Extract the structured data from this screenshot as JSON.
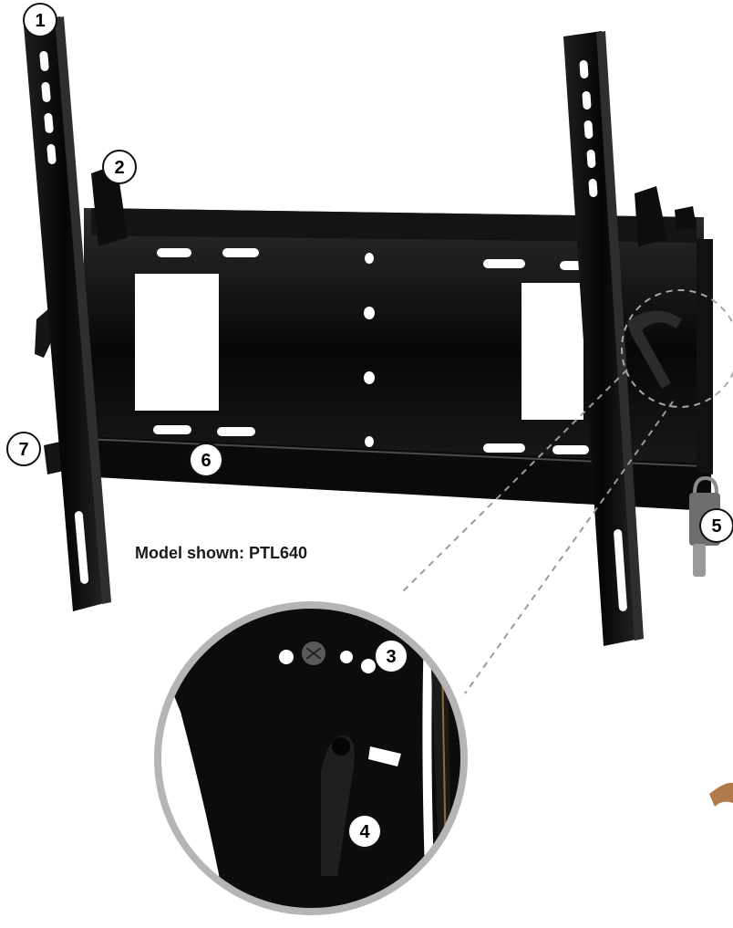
{
  "caption": "Model shown: PTL640",
  "callouts": [
    {
      "id": "1",
      "label": "1"
    },
    {
      "id": "2",
      "label": "2"
    },
    {
      "id": "3",
      "label": "3"
    },
    {
      "id": "4",
      "label": "4"
    },
    {
      "id": "5",
      "label": "5"
    },
    {
      "id": "6",
      "label": "6"
    },
    {
      "id": "7",
      "label": "7"
    }
  ],
  "colors": {
    "mount": "#0b0b0b",
    "mount_highlight": "#3a3a3a",
    "hole": "#ffffff",
    "callout_stroke": "#111111",
    "leader_line": "#9a9a9a",
    "detail_ring": "#b5b5b5"
  }
}
